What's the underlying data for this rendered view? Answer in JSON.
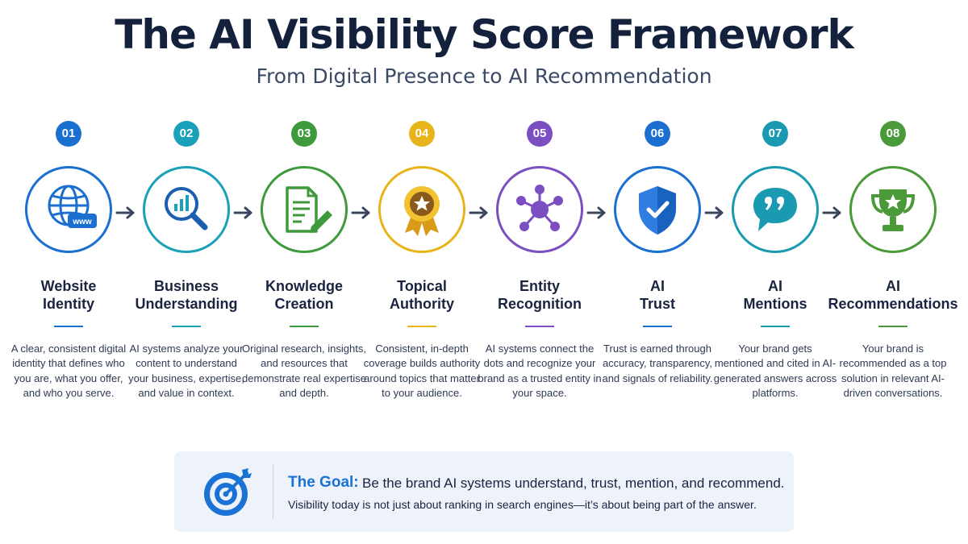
{
  "title": "The AI Visibility Score Framework",
  "subtitle": "From Digital Presence to AI Recommendation",
  "steps": [
    {
      "number": "01",
      "title_line1": "Website",
      "title_line2": "Identity",
      "desc": "A clear, consistent digital identity that defines who you are, what you offer, and who you serve.",
      "icon": "globe-www-icon",
      "color": "#1a6fd1"
    },
    {
      "number": "02",
      "title_line1": "Business",
      "title_line2": "Understanding",
      "desc": "AI systems analyze your content to understand your business, expertise, and value in context.",
      "icon": "magnifier-chart-icon",
      "color": "#1aa0b8"
    },
    {
      "number": "03",
      "title_line1": "Knowledge",
      "title_line2": "Creation",
      "desc": "Original research, insights, and resources that demonstrate real expertise and depth.",
      "icon": "document-pencil-icon",
      "color": "#3e9a3c"
    },
    {
      "number": "04",
      "title_line1": "Topical",
      "title_line2": "Authority",
      "desc": "Consistent, in-depth coverage builds authority around topics that matter to your audience.",
      "icon": "award-medal-icon",
      "color": "#e8b41c"
    },
    {
      "number": "05",
      "title_line1": "Entity",
      "title_line2": "Recognition",
      "desc": "AI systems connect the dots and recognize your brand as a trusted entity in your space.",
      "icon": "network-nodes-icon",
      "color": "#7b4fc2"
    },
    {
      "number": "06",
      "title_line1": "AI",
      "title_line2": "Trust",
      "desc": "Trust is earned through accuracy, transparency, and signals of reliability.",
      "icon": "shield-check-icon",
      "color": "#1a6fd1"
    },
    {
      "number": "07",
      "title_line1": "AI",
      "title_line2": "Mentions",
      "desc": "Your brand gets mentioned and cited in AI-generated answers across platforms.",
      "icon": "quote-bubble-icon",
      "color": "#1a9ab0"
    },
    {
      "number": "08",
      "title_line1": "AI",
      "title_line2": "Recommendations",
      "desc": "Your brand is recommended as a top solution in relevant AI-driven conversations.",
      "icon": "trophy-star-icon",
      "color": "#4a9a3a"
    }
  ],
  "goal": {
    "label": "The Goal:",
    "text": "Be the brand AI systems understand, trust, mention, and recommend.",
    "subtext": "Visibility today is not just about ranking in search engines—it’s about being part of the answer.",
    "icon": "target-arrow-icon"
  },
  "colors": {
    "title": "#14213d",
    "arrow": "#3a4660",
    "goal_accent": "#1a73d4",
    "goal_bg": "#eef3fb"
  }
}
